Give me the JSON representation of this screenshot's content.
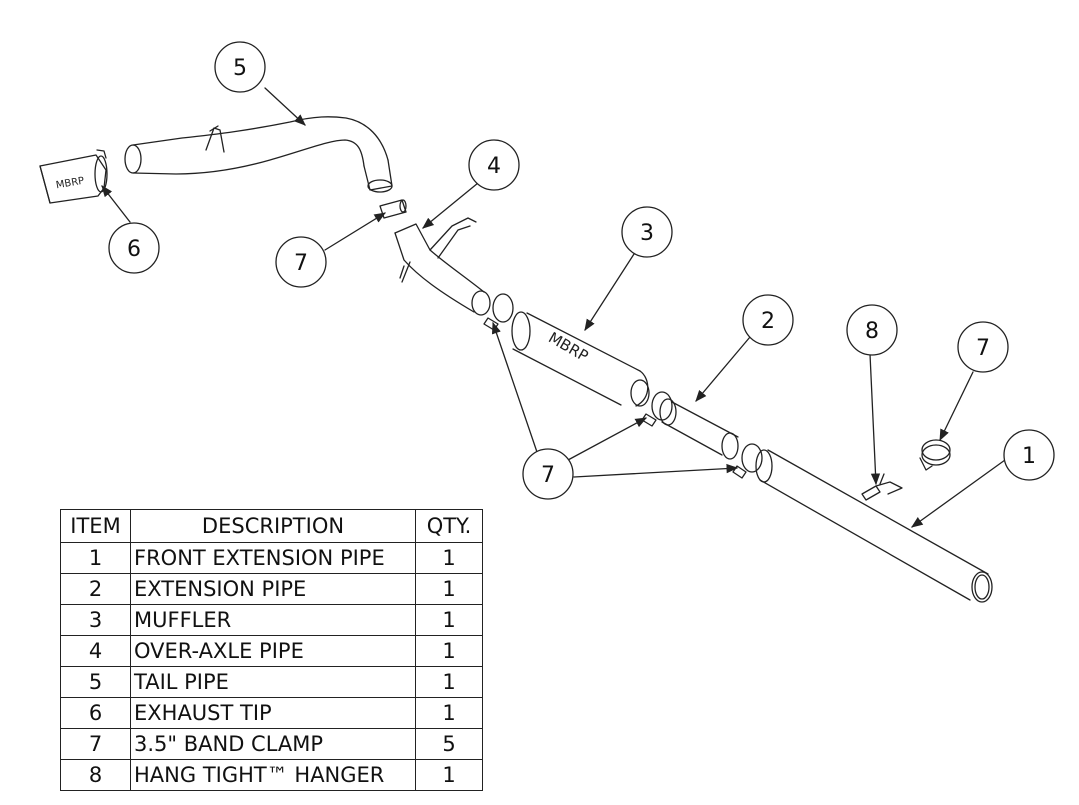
{
  "balloons": [
    {
      "id": "b5",
      "label": "5"
    },
    {
      "id": "b6",
      "label": "6"
    },
    {
      "id": "b4",
      "label": "4"
    },
    {
      "id": "b7a",
      "label": "7"
    },
    {
      "id": "b3",
      "label": "3"
    },
    {
      "id": "b2",
      "label": "2"
    },
    {
      "id": "b8",
      "label": "8"
    },
    {
      "id": "b7b",
      "label": "7"
    },
    {
      "id": "b1",
      "label": "1"
    },
    {
      "id": "b7c",
      "label": "7"
    }
  ],
  "brand_marks": {
    "tip_logo": "MBRP",
    "muffler_logo": "MBRP"
  },
  "bom": {
    "headers": {
      "item": "ITEM",
      "description": "DESCRIPTION",
      "qty": "QTY."
    },
    "rows": [
      {
        "item": "1",
        "description": "FRONT EXTENSION PIPE",
        "qty": "1"
      },
      {
        "item": "2",
        "description": "EXTENSION PIPE",
        "qty": "1"
      },
      {
        "item": "3",
        "description": "MUFFLER",
        "qty": "1"
      },
      {
        "item": "4",
        "description": "OVER-AXLE PIPE",
        "qty": "1"
      },
      {
        "item": "5",
        "description": "TAIL PIPE",
        "qty": "1"
      },
      {
        "item": "6",
        "description": "EXHAUST TIP",
        "qty": "1"
      },
      {
        "item": "7",
        "description": "3.5\" BAND CLAMP",
        "qty": "5"
      },
      {
        "item": "8",
        "description": "HANG TIGHT™ HANGER",
        "qty": "1"
      }
    ]
  },
  "colors": {
    "line": "#222222",
    "background": "#ffffff"
  }
}
